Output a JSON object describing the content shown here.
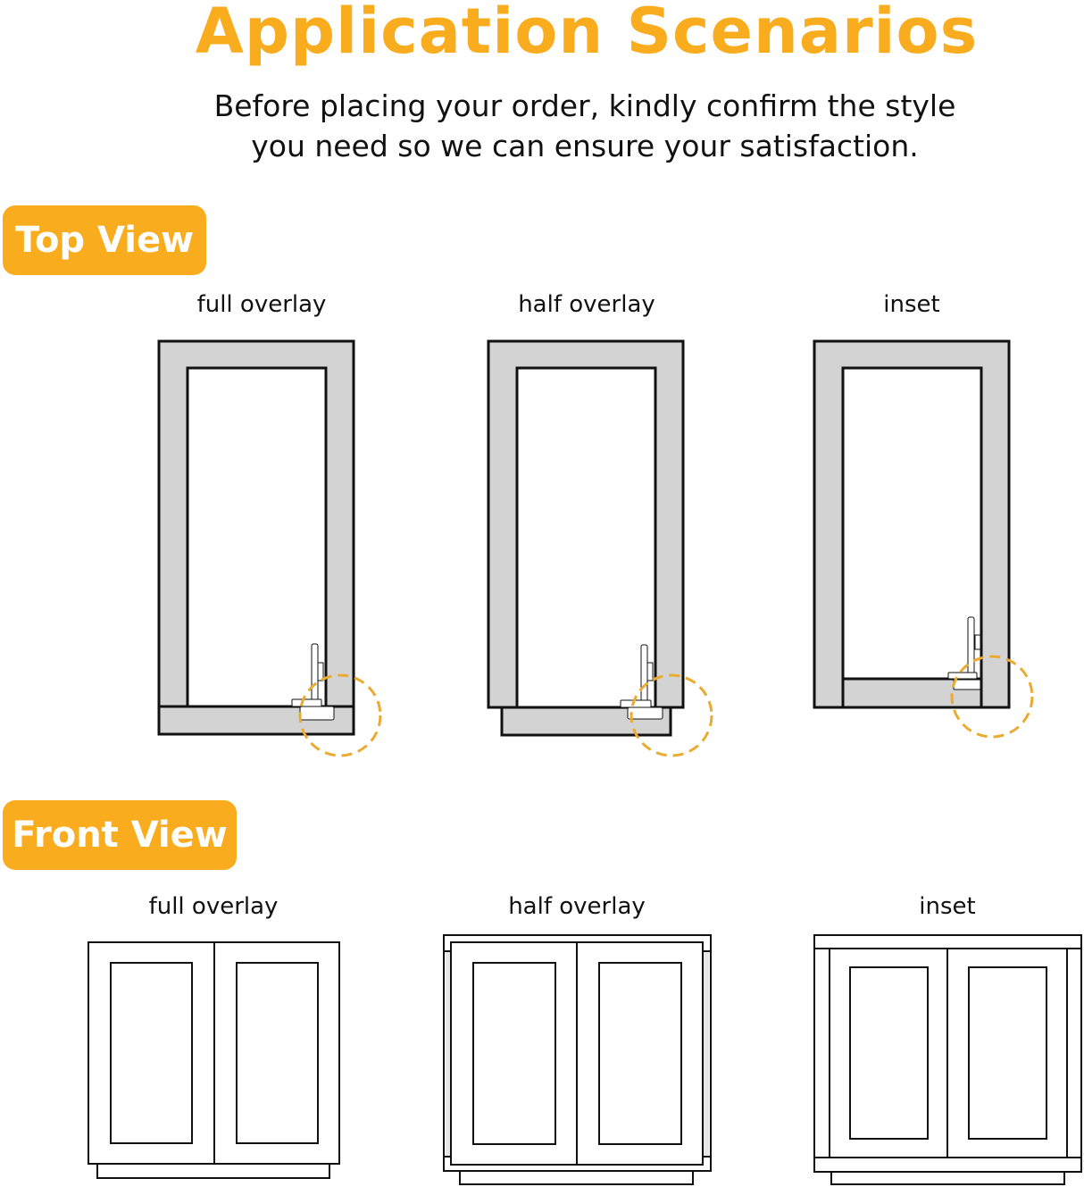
{
  "header": {
    "title": "Application Scenarios",
    "subtitle_line1": "Before placing your order, kindly confirm the style",
    "subtitle_line2": "you need so we can ensure your satisfaction."
  },
  "sections": {
    "top_view": {
      "badge": "Top View",
      "items": [
        {
          "label": "full overlay"
        },
        {
          "label": "half overlay"
        },
        {
          "label": "inset"
        }
      ]
    },
    "front_view": {
      "badge": "Front View",
      "items": [
        {
          "label": "full overlay"
        },
        {
          "label": "half overlay"
        },
        {
          "label": "inset"
        }
      ]
    }
  },
  "colors": {
    "accent": "#F9AC1E",
    "panel_gray": "#D3D3D3",
    "outline": "#111111"
  },
  "icons": {
    "hinge_highlight": "dashed-circle-icon"
  }
}
